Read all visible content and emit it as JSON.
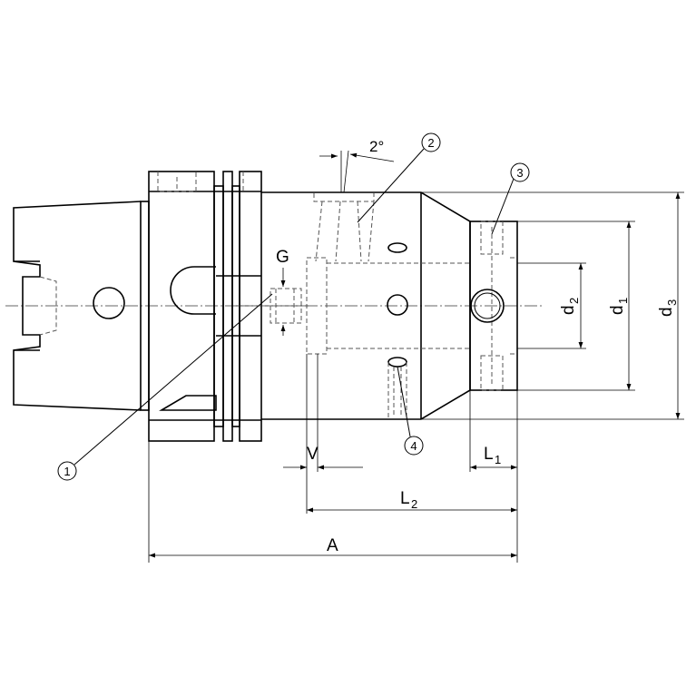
{
  "labels": {
    "angle": "2°",
    "g": "G",
    "v": "V",
    "l1_main": "L",
    "l1_sub": "1",
    "l2_main": "L",
    "l2_sub": "2",
    "a": "A",
    "d1_main": "d",
    "d1_sub": "1",
    "d2_main": "d",
    "d2_sub": "2",
    "d3_main": "d",
    "d3_sub": "3"
  },
  "callouts": [
    "1",
    "2",
    "3",
    "4"
  ]
}
